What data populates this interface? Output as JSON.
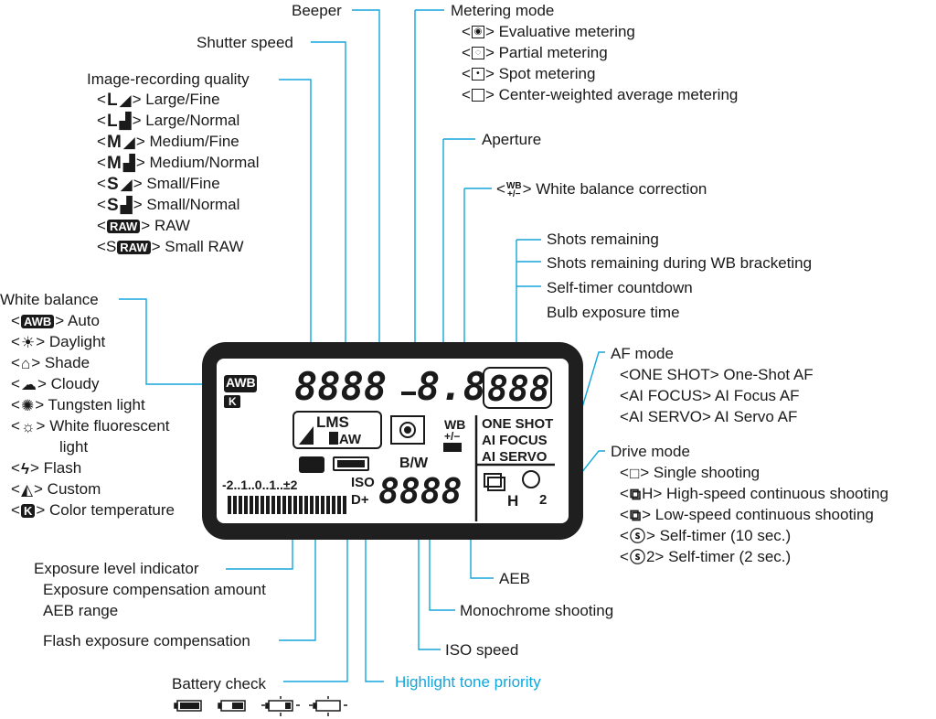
{
  "labels": {
    "beeper": "Beeper",
    "shutter_speed": "Shutter speed",
    "image_quality": "Image-recording quality",
    "white_balance": "White balance",
    "exposure_level": "Exposure level indicator",
    "exposure_comp": "Exposure compensation amount",
    "aeb_range": "AEB range",
    "flash_comp": "Flash exposure compensation",
    "battery_check": "Battery check",
    "highlight_tone": "Highlight tone priority",
    "iso_speed": "ISO speed",
    "monochrome": "Monochrome shooting",
    "aeb": "AEB",
    "metering_mode": "Metering mode",
    "aperture": "Aperture",
    "wb_correction": "White balance correction",
    "shots_remaining": "Shots remaining",
    "shots_wb_bracketing": "Shots remaining during WB bracketing",
    "self_timer_countdown": "Self-timer countdown",
    "bulb_time": "Bulb exposure time",
    "af_mode": "AF mode",
    "drive_mode": "Drive mode"
  },
  "metering": [
    {
      "icon": "◉",
      "text": "Evaluative metering"
    },
    {
      "icon": "◌",
      "text": "Partial metering"
    },
    {
      "icon": "•",
      "text": "Spot metering"
    },
    {
      "icon": "",
      "text": "Center-weighted average metering"
    }
  ],
  "quality": [
    {
      "letter": "L",
      "mark": "◢",
      "text": "Large/Fine"
    },
    {
      "letter": "L",
      "mark": "▟",
      "text": "Large/Normal"
    },
    {
      "letter": "M",
      "mark": "◢",
      "text": "Medium/Fine"
    },
    {
      "letter": "M",
      "mark": "▟",
      "text": "Medium/Normal"
    },
    {
      "letter": "S",
      "mark": "◢",
      "text": "Small/Fine"
    },
    {
      "letter": "S",
      "mark": "▟",
      "text": "Small/Normal"
    },
    {
      "letter": "",
      "mark": "RAW",
      "text": "RAW"
    },
    {
      "letter": "S",
      "mark": "RAW",
      "text": "Small RAW"
    }
  ],
  "wb": [
    {
      "icon": "AWB",
      "text": "Auto"
    },
    {
      "icon": "☀",
      "text": "Daylight"
    },
    {
      "icon": "⌂",
      "text": "Shade"
    },
    {
      "icon": "☁",
      "text": "Cloudy"
    },
    {
      "icon": "✺",
      "text": "Tungsten light"
    },
    {
      "icon": "☼",
      "text": "White fluorescent"
    },
    {
      "icon": "",
      "text": "light"
    },
    {
      "icon": "ϟ",
      "text": "Flash"
    },
    {
      "icon": "◭",
      "text": "Custom"
    },
    {
      "icon": "K",
      "text": "Color temperature"
    }
  ],
  "af": [
    {
      "code": "ONE SHOT",
      "text": "One-Shot AF"
    },
    {
      "code": "AI FOCUS",
      "text": "AI Focus AF"
    },
    {
      "code": "AI SERVO",
      "text": "AI Servo AF"
    }
  ],
  "drive": [
    {
      "icon": "□",
      "suffix": "",
      "text": "Single shooting"
    },
    {
      "icon": "⧉",
      "suffix": "H",
      "text": "High-speed continuous shooting"
    },
    {
      "icon": "⧉",
      "suffix": "",
      "text": "Low-speed continuous shooting"
    },
    {
      "icon": "ⓢ",
      "suffix": "",
      "text": "Self-timer (10 sec.)"
    },
    {
      "icon": "ⓢ",
      "suffix": "2",
      "text": "Self-timer (2 sec.)"
    }
  ],
  "lcd": {
    "shutter_digits": "8888",
    "aperture_digits": "8.8",
    "shots_digits": "888",
    "iso_digits": "8888",
    "wb_badge": "AWB",
    "k_badge": "K",
    "lms": "LMS",
    "raw": "RAW",
    "bw": "B/W",
    "iso": "ISO",
    "dplus": "D+",
    "wb_top": "WB",
    "wb_pm": "+/−",
    "one_shot": "ONE SHOT",
    "ai_focus": "AI FOCUS",
    "ai_servo": "AI SERVO",
    "scale": "-2..1..0..1..±2",
    "drive_h": "H",
    "drive_2": "2"
  },
  "colors": {
    "highlight": "#13a6dc",
    "ink": "#1a1a1a"
  }
}
